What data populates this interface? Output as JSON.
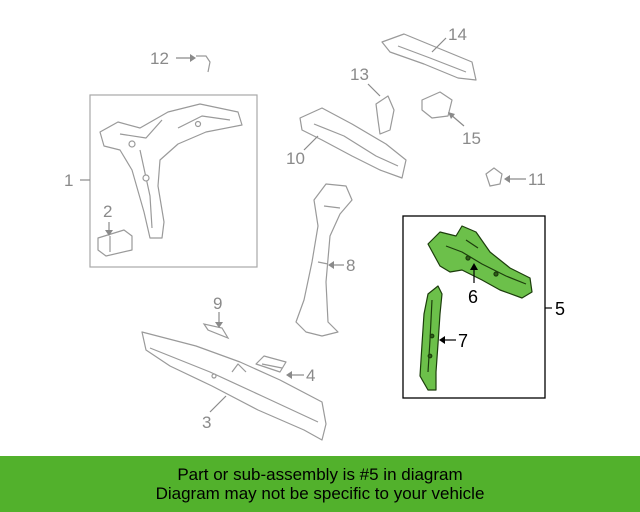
{
  "colors": {
    "highlight_part": "#6cc04a",
    "highlight_stroke": "#1c3d0c",
    "line_art": "#9a9a9a",
    "callout_gray": "#8a8a8a",
    "banner_bg": "#52b12c",
    "banner_text": "#000000"
  },
  "callouts": {
    "c1": "1",
    "c2": "2",
    "c3": "3",
    "c4": "4",
    "c5": "5",
    "c6": "6",
    "c7": "7",
    "c8": "8",
    "c9": "9",
    "c10": "10",
    "c11": "11",
    "c12": "12",
    "c13": "13",
    "c14": "14",
    "c15": "15"
  },
  "banner": {
    "line1": "Part or sub-assembly is #5 in diagram",
    "line2": "Diagram may not be specific to your vehicle"
  }
}
